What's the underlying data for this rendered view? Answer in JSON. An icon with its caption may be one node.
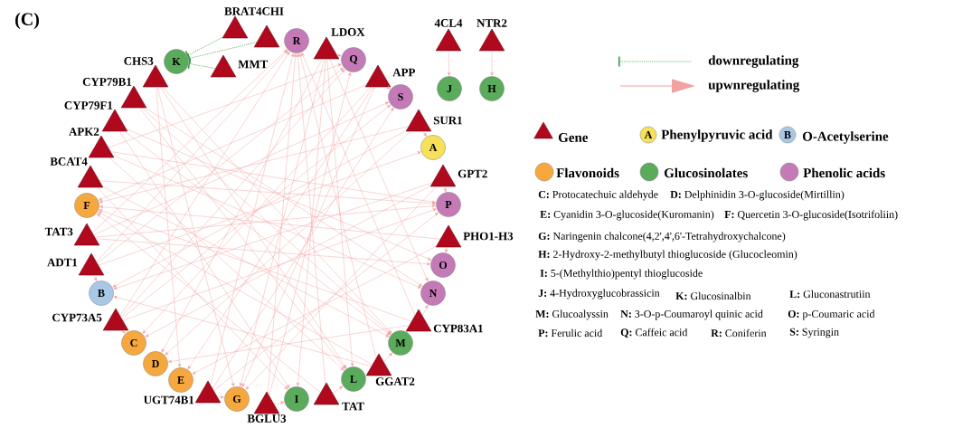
{
  "diagram": {
    "nodes": [
      {
        "text": [],
        "shape": "triangle",
        "beside": [
          "CHS3"
        ]
      },
      {
        "text": [
          "K"
        ]
      },
      {
        "text": [],
        "shape": "triangle",
        "beside": [
          "MMT"
        ]
      },
      {
        "text": [],
        "shape": "triangle",
        "beside": [
          "BRAT4CHI"
        ]
      },
      {
        "text": [],
        "shape": "triangle"
      },
      {
        "text": [
          "R"
        ]
      },
      {
        "text": [],
        "shape": "triangle",
        "beside": [
          "LDOX"
        ]
      },
      {
        "text": [
          "Q"
        ]
      },
      {
        "text": [],
        "shape": "triangle",
        "beside": [
          "APP"
        ]
      },
      {
        "text": [
          "S"
        ]
      },
      {
        "text": [],
        "shape": "triangle",
        "beside": [
          "SUR1"
        ]
      },
      {
        "text": [
          "A"
        ]
      },
      {
        "text": [],
        "shape": "triangle",
        "beside": [
          "GPT2"
        ]
      },
      {
        "text": [
          "P"
        ]
      },
      {
        "text": [],
        "shape": "triangle",
        "beside": [
          "PHO1-H3"
        ]
      },
      {
        "text": [
          "O"
        ]
      },
      {
        "text": [
          "N"
        ]
      },
      {
        "text": [],
        "shape": "triangle",
        "beside": [
          "CYP83A1"
        ]
      },
      {
        "text": [
          "M"
        ]
      },
      {
        "text": [],
        "shape": "triangle",
        "beside": [
          "GGAT2"
        ]
      },
      {
        "text": [
          "L"
        ]
      },
      {
        "text": [],
        "shape": "triangle",
        "beside": [
          "TAT"
        ]
      },
      {
        "text": [
          "I"
        ]
      },
      {
        "text": [],
        "shape": "triangle",
        "beside": [
          "BGLU3"
        ]
      },
      {
        "text": [
          "G"
        ]
      },
      {
        "text": [],
        "shape": "triangle",
        "beside": [
          "UGT74B1"
        ]
      },
      {
        "text": [
          "E"
        ]
      },
      {
        "text": [
          "D"
        ]
      },
      {
        "text": [
          "C"
        ]
      },
      {
        "text": [],
        "shape": "triangle",
        "beside": [
          "CYP73A5"
        ]
      },
      {
        "text": [
          "B"
        ]
      },
      {
        "text": [],
        "shape": "triangle",
        "beside": [
          "ADT1"
        ]
      },
      {
        "text": [],
        "shape": "triangle",
        "beside": [
          "TAT3"
        ]
      },
      {
        "text": [
          "F"
        ]
      },
      {
        "text": [],
        "shape": "triangle",
        "beside": [
          "BCAT4"
        ]
      },
      {
        "text": [],
        "shape": "triangle",
        "beside": [
          "APK2"
        ]
      },
      {
        "text": [],
        "shape": "triangle",
        "beside": [
          "CYP79F1"
        ]
      },
      {
        "text": [],
        "shape": "triangle",
        "beside": [
          "CYP79B1"
        ]
      },
      {
        "text": [],
        "shape": "triangle",
        "beside": [
          "4CL4"
        ]
      },
      {
        "text": [
          "J"
        ]
      },
      {
        "text": [],
        "shape": "triangle",
        "beside": [
          "NTR2"
        ]
      },
      {
        "text": [
          "H"
        ]
      }
    ],
    "edges": [
      {
        "from": 3,
        "to": 1,
        "arrow": "other",
        "style": "dashed",
        "color": "#3a9a4a"
      },
      {
        "from": 4,
        "to": 1,
        "arrow": "other",
        "style": "dashed",
        "color": "#3a9a4a"
      },
      {
        "from": 2,
        "to": 1,
        "arrow": "other",
        "style": "dashed",
        "color": "#3a9a4a"
      },
      {
        "from": 38,
        "to": 39,
        "arrow": "to"
      },
      {
        "from": 40,
        "to": 41,
        "arrow": "to"
      },
      {
        "from": 23,
        "to": 5,
        "arrow": "to"
      },
      {
        "from": 21,
        "to": 5,
        "arrow": "to"
      },
      {
        "from": 19,
        "to": 5,
        "arrow": "to"
      },
      {
        "from": 17,
        "to": 5,
        "arrow": "to"
      },
      {
        "from": 25,
        "to": 5,
        "arrow": "to"
      },
      {
        "from": 29,
        "to": 5,
        "arrow": "to"
      },
      {
        "from": 32,
        "to": 5,
        "arrow": "to"
      },
      {
        "from": 31,
        "to": 5,
        "arrow": "to"
      },
      {
        "from": 12,
        "to": 30,
        "arrow": "to"
      },
      {
        "from": 14,
        "to": 33,
        "arrow": "to"
      },
      {
        "from": 17,
        "to": 33,
        "arrow": "to"
      },
      {
        "from": 10,
        "to": 33,
        "arrow": "to"
      },
      {
        "from": 8,
        "to": 33,
        "arrow": "to"
      },
      {
        "from": 21,
        "to": 33,
        "arrow": "to"
      },
      {
        "from": 19,
        "to": 33,
        "arrow": "to"
      },
      {
        "from": 29,
        "to": 13,
        "arrow": "to"
      },
      {
        "from": 32,
        "to": 13,
        "arrow": "to"
      },
      {
        "from": 34,
        "to": 13,
        "arrow": "to"
      },
      {
        "from": 35,
        "to": 13,
        "arrow": "to"
      },
      {
        "from": 25,
        "to": 13,
        "arrow": "to"
      },
      {
        "from": 12,
        "to": 13,
        "arrow": "to"
      },
      {
        "from": 6,
        "to": 7,
        "arrow": "to"
      },
      {
        "from": 29,
        "to": 7,
        "arrow": "to"
      },
      {
        "from": 31,
        "to": 7,
        "arrow": "to"
      },
      {
        "from": 23,
        "to": 7,
        "arrow": "to"
      },
      {
        "from": 35,
        "to": 7,
        "arrow": "to"
      },
      {
        "from": 8,
        "to": 9,
        "arrow": "to"
      },
      {
        "from": 29,
        "to": 9,
        "arrow": "to"
      },
      {
        "from": 32,
        "to": 9,
        "arrow": "to"
      },
      {
        "from": 25,
        "to": 9,
        "arrow": "to"
      },
      {
        "from": 10,
        "to": 11,
        "arrow": "to"
      },
      {
        "from": 31,
        "to": 11,
        "arrow": "to"
      },
      {
        "from": 14,
        "to": 15,
        "arrow": "to"
      },
      {
        "from": 32,
        "to": 15,
        "arrow": "to"
      },
      {
        "from": 36,
        "to": 15,
        "arrow": "to"
      },
      {
        "from": 17,
        "to": 16,
        "arrow": "to"
      },
      {
        "from": 37,
        "to": 16,
        "arrow": "to"
      },
      {
        "from": 35,
        "to": 16,
        "arrow": "to"
      },
      {
        "from": 6,
        "to": 16,
        "arrow": "to"
      },
      {
        "from": 19,
        "to": 18,
        "arrow": "to"
      },
      {
        "from": 0,
        "to": 18,
        "arrow": "to"
      },
      {
        "from": 36,
        "to": 18,
        "arrow": "to"
      },
      {
        "from": 37,
        "to": 18,
        "arrow": "to"
      },
      {
        "from": 34,
        "to": 18,
        "arrow": "to"
      },
      {
        "from": 21,
        "to": 20,
        "arrow": "to"
      },
      {
        "from": 37,
        "to": 20,
        "arrow": "to"
      },
      {
        "from": 0,
        "to": 20,
        "arrow": "to"
      },
      {
        "from": 35,
        "to": 20,
        "arrow": "to"
      },
      {
        "from": 6,
        "to": 20,
        "arrow": "to"
      },
      {
        "from": 23,
        "to": 22,
        "arrow": "to"
      },
      {
        "from": 36,
        "to": 22,
        "arrow": "to"
      },
      {
        "from": 34,
        "to": 22,
        "arrow": "to"
      },
      {
        "from": 6,
        "to": 22,
        "arrow": "to"
      },
      {
        "from": 25,
        "to": 24,
        "arrow": "to"
      },
      {
        "from": 0,
        "to": 24,
        "arrow": "to"
      },
      {
        "from": 6,
        "to": 24,
        "arrow": "to"
      },
      {
        "from": 8,
        "to": 24,
        "arrow": "to"
      },
      {
        "from": 12,
        "to": 24,
        "arrow": "to"
      },
      {
        "from": 0,
        "to": 26,
        "arrow": "to"
      },
      {
        "from": 8,
        "to": 26,
        "arrow": "to"
      },
      {
        "from": 14,
        "to": 26,
        "arrow": "to"
      },
      {
        "from": 6,
        "to": 27,
        "arrow": "to"
      },
      {
        "from": 10,
        "to": 27,
        "arrow": "to"
      },
      {
        "from": 17,
        "to": 27,
        "arrow": "to"
      },
      {
        "from": 29,
        "to": 28,
        "arrow": "to"
      },
      {
        "from": 8,
        "to": 28,
        "arrow": "to"
      },
      {
        "from": 12,
        "to": 28,
        "arrow": "to"
      },
      {
        "from": 31,
        "to": 30,
        "arrow": "to"
      },
      {
        "from": 10,
        "to": 30,
        "arrow": "to"
      },
      {
        "from": 19,
        "to": 30,
        "arrow": "to"
      }
    ],
    "labels": [
      "(C)",
      "A",
      "B",
      "**C:** Protocatechuic aldehyde",
      "**D:** Delphinidin 3-O-glucoside(Mirtillin)",
      "**E:** Cyanidin 3-O-glucoside(Kuromanin)",
      "**F:** Quercetin 3-O-glucoside(Isotrifoliin)",
      "**G:** Naringenin chalcone(4,2',4',6'-Tetrahydroxychalcone)",
      "**H:** 2-Hydroxy-2-methylbutyl thioglucoside (Glucocleomin)",
      "**I:** 5-(Methylthio)pentyl thioglucoside",
      "**J:** 4-Hydroxyglucobrassicin",
      "**K:** Glucosinalbin",
      "**L:** Gluconastrutiin",
      "**M:** Glucoalyssin",
      "**N:** 3-O-p-Coumaroyl quinic acid",
      "**O:** p-Coumaric acid",
      "**P:** Ferulic acid",
      "**Q:** Caffeic acid",
      "**R:** Coniferin",
      "**S:** Syringin"
    ],
    "legend": [
      {
        "text": "downregulating"
      },
      {
        "text": "upwnregulating"
      },
      {
        "text": "Gene"
      },
      {
        "text": "Phenylpyruvic acid",
        "color": "#f7e05a"
      },
      {
        "text": "O-Acetylserine",
        "color": "#a9c8e6"
      },
      {
        "text": "Flavonoids",
        "color": "#f6a83e"
      },
      {
        "text": "Glucosinolates",
        "color": "#5aab5c"
      },
      {
        "text": "Phenolic acids",
        "color": "#c47ab6"
      }
    ]
  }
}
